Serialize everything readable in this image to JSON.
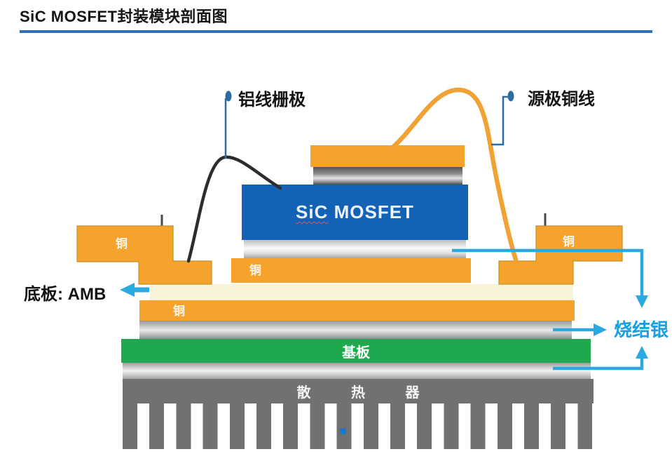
{
  "title": "SiC MOSFET封装模块剖面图",
  "callouts": {
    "gate_wire": "铝线栅极",
    "source_wire": "源极铜线",
    "baseplate": "底板: AMB",
    "sintered_silver": "烧结银"
  },
  "layers": {
    "copper": "铜",
    "chip_sic": "SiC",
    "chip_mosfet": " MOSFET",
    "substrate": "基板",
    "heatsink": "散 热 器"
  },
  "colors": {
    "title_rule": "#2E74B5",
    "copper": "#F5A32D",
    "chip_blue": "#1362B5",
    "substrate_green": "#1FA84D",
    "ceramic_cream": "#F8F4D8",
    "heatsink_gray": "#717171",
    "cyan_annotation": "#2AA9E1",
    "callout_blue": "#2D6CA3",
    "wire_black": "#2D2D2D",
    "wire_orange": "#F0A334"
  }
}
